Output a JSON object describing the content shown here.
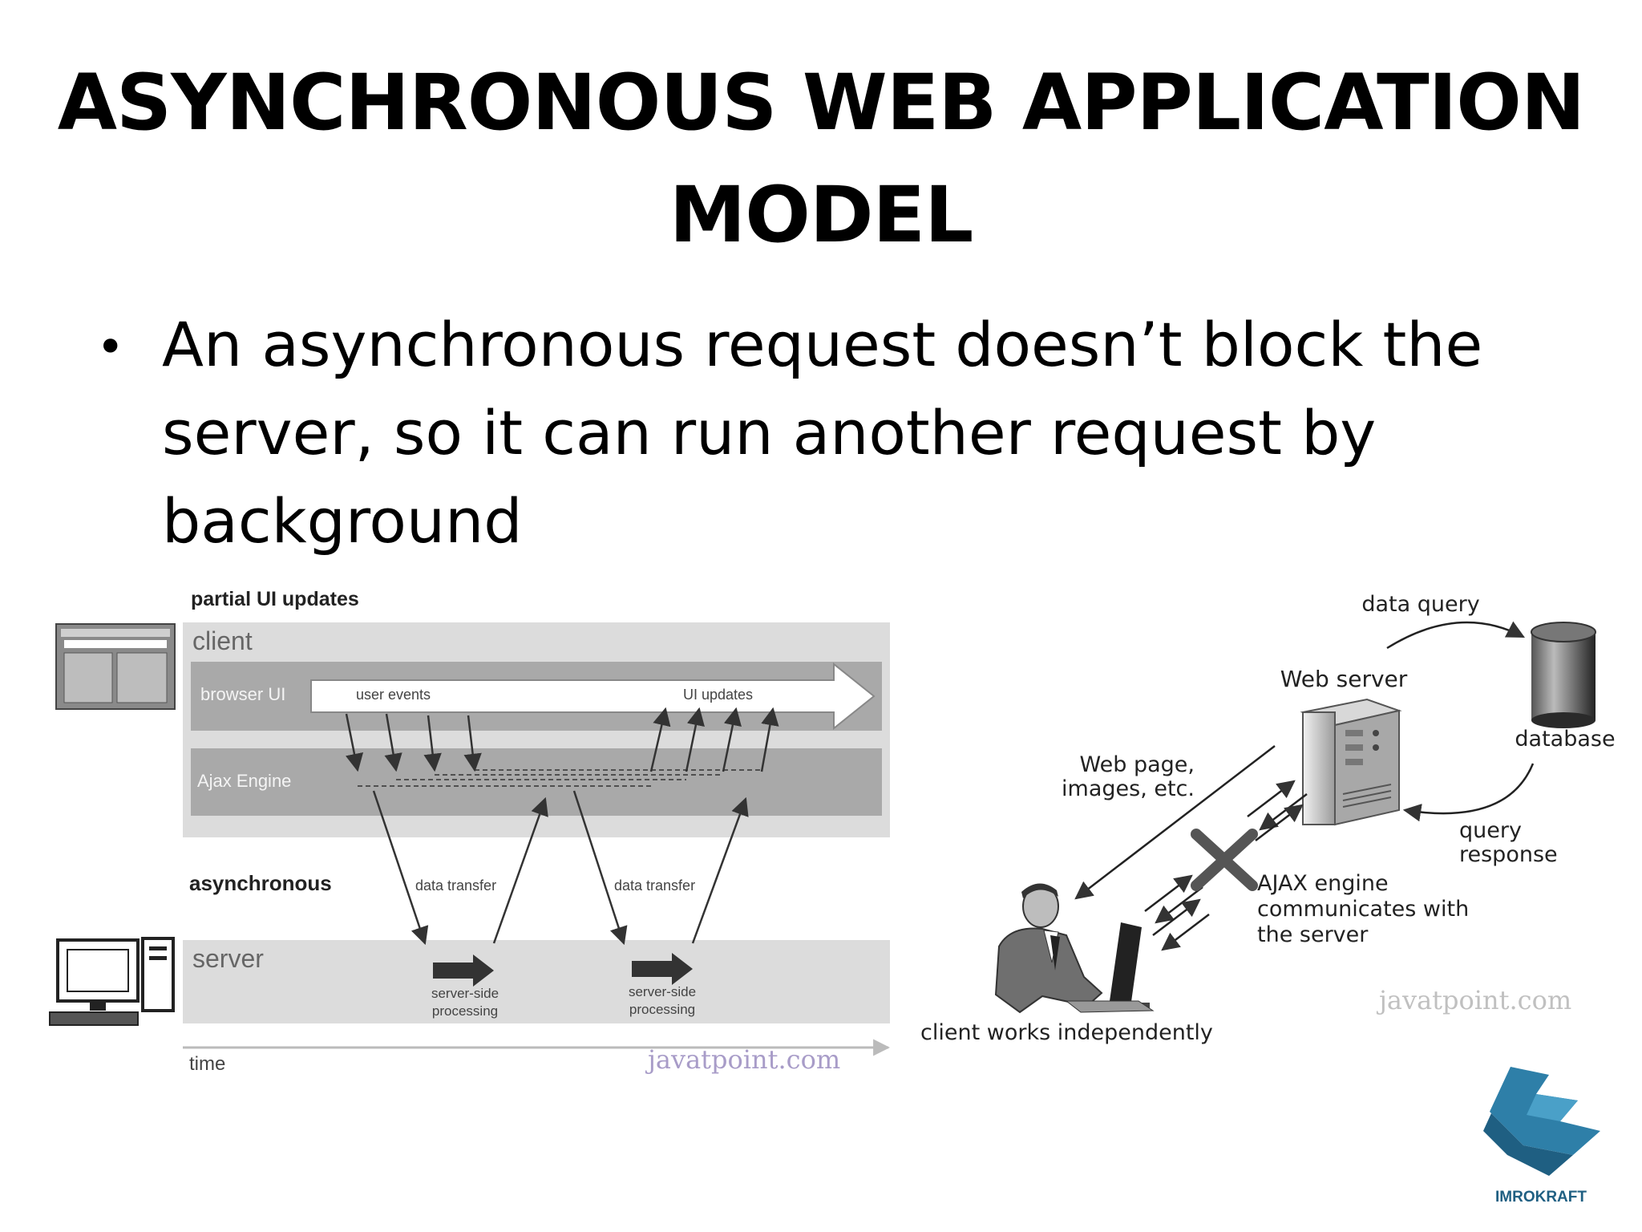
{
  "slide": {
    "title_line1": "ASYNCHRONOUS WEB APPLICATION",
    "title_line2": "MODEL",
    "bullet_line1": "An asynchronous request doesn’t block the",
    "bullet_line2": "server, so it  can run another request by",
    "bullet_line3": "background"
  },
  "left_diagram": {
    "partial_ui": "partial UI updates",
    "client": "client",
    "browser_ui": "browser UI",
    "user_events": "user events",
    "ui_updates": "UI updates",
    "ajax_engine": "Ajax Engine",
    "asynchronous": "asynchronous",
    "data_transfer_1": "data transfer",
    "data_transfer_2": "data transfer",
    "server": "server",
    "ssp1_l1": "server-side",
    "ssp1_l2": "processing",
    "ssp2_l1": "server-side",
    "ssp2_l2": "processing",
    "time": "time",
    "watermark": "javatpoint.com"
  },
  "right_diagram": {
    "data_query": "data query",
    "web_server": "Web server",
    "database": "database",
    "web_page_l1": "Web page,",
    "web_page_l2": "images, etc.",
    "query_l1": "query",
    "query_l2": "response",
    "ajax_l1": "AJAX engine",
    "ajax_l2": "communicates with",
    "ajax_l3": "the server",
    "client_works": "client works independently",
    "watermark": "javatpoint.com"
  },
  "logo": {
    "name": "IMROKRAFT"
  },
  "colors": {
    "band": "#d9d9d9",
    "dark_band": "#a8a8a8",
    "logo_blue": "#2e7fa8"
  }
}
